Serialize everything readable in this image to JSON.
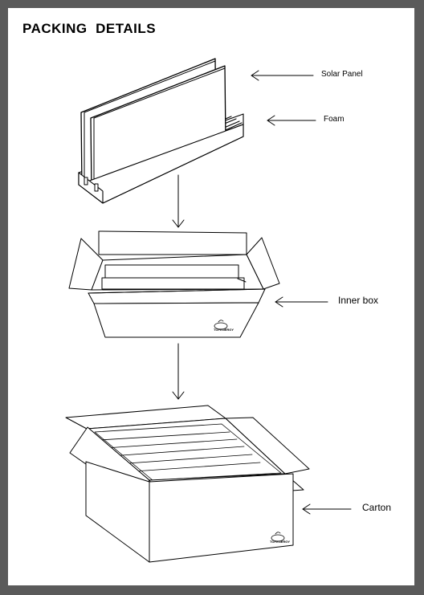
{
  "page": {
    "title": "PACKING  DETAILS"
  },
  "labels": {
    "solar_panel": "Solar Panel",
    "foam": "Foam",
    "inner_box": "Inner box",
    "carton": "Carton"
  },
  "colors": {
    "frame": "#5a5a5a",
    "paper": "#ffffff",
    "ink": "#000000"
  }
}
